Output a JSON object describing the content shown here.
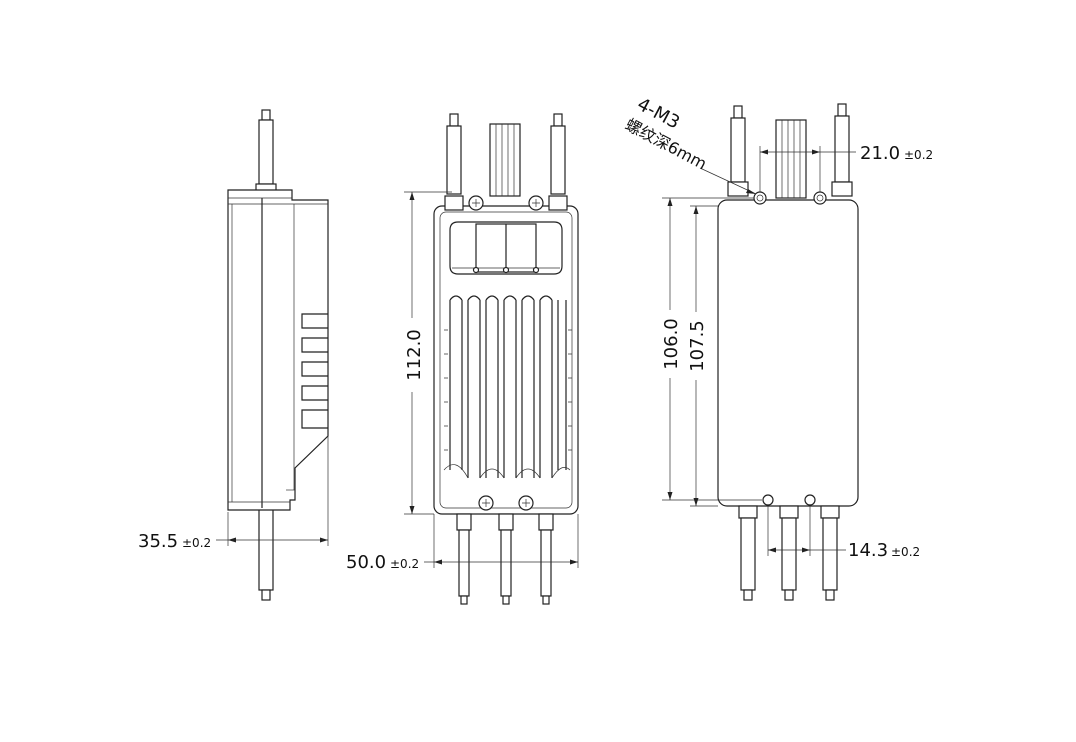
{
  "dimensions": {
    "side_width": {
      "value": "35.5",
      "tol": "±0.2"
    },
    "front_width": {
      "value": "50.0",
      "tol": "±0.2"
    },
    "front_height": {
      "value": "112.0"
    },
    "back_height_inner": {
      "value": "106.0"
    },
    "back_height_outer": {
      "value": "107.5"
    },
    "back_top_spacing": {
      "value": "21.0",
      "tol": "±0.2"
    },
    "back_bottom_spacing": {
      "value": "14.3",
      "tol": "±0.2"
    }
  },
  "screw_note": {
    "line1": "4-M3",
    "line2": "螺纹深6mm"
  },
  "colors": {
    "line": "#222222",
    "background": "#ffffff"
  }
}
